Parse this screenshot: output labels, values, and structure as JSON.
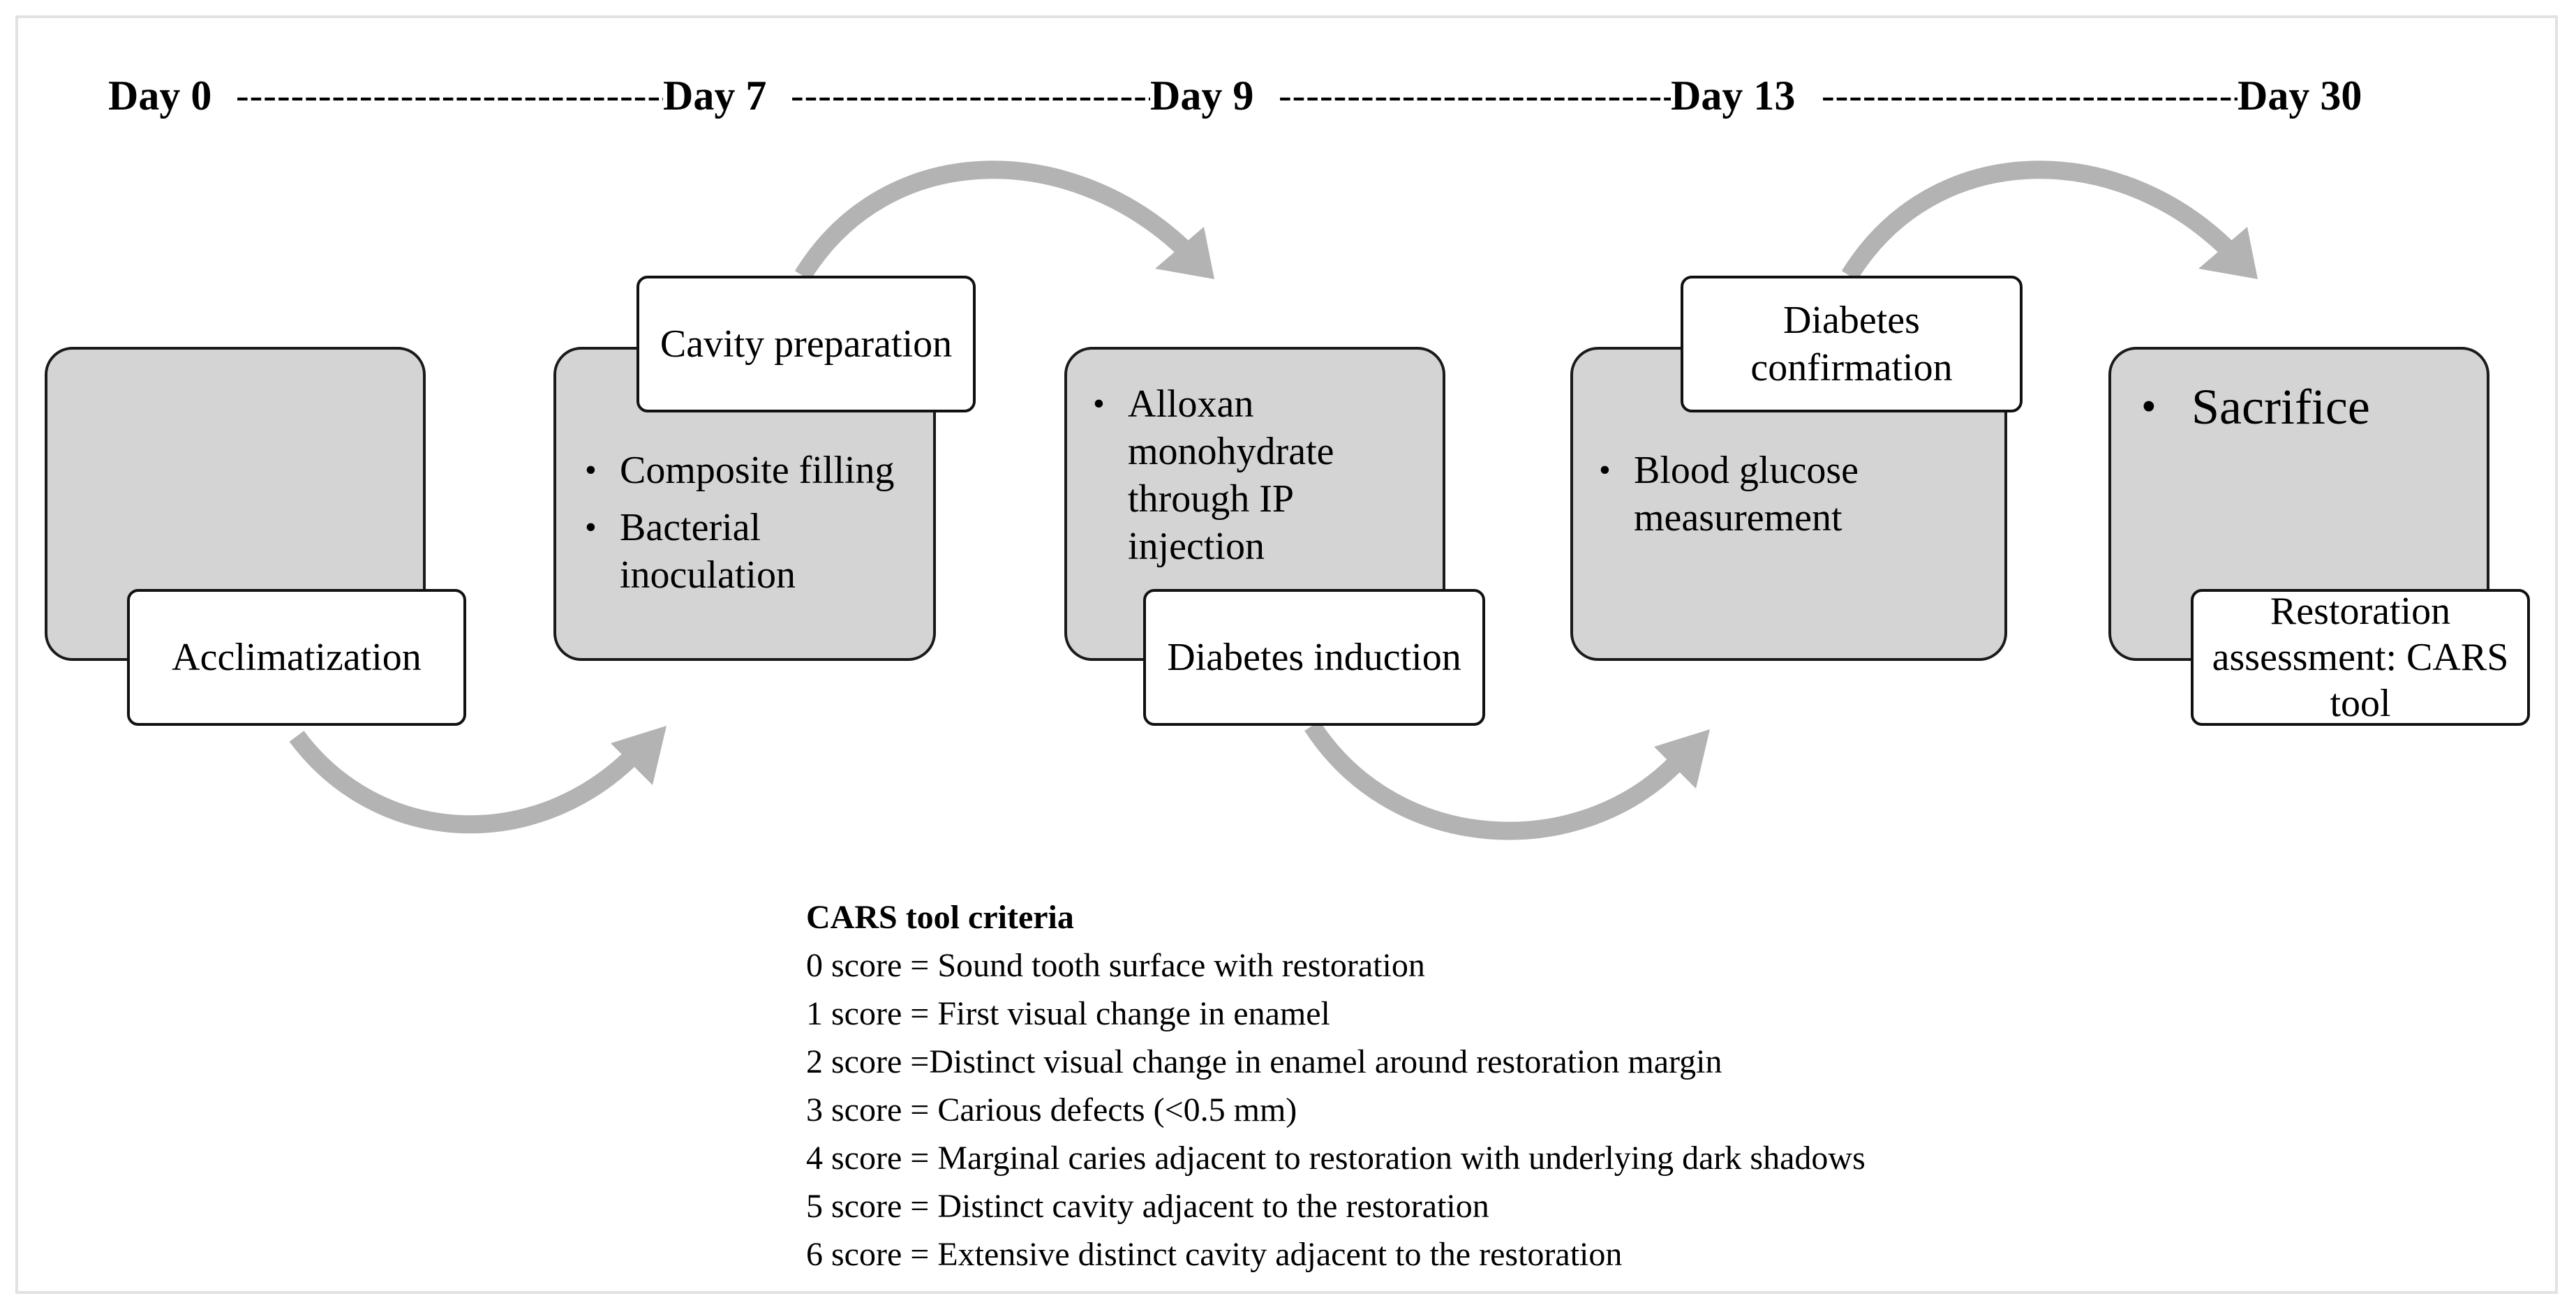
{
  "timeline": {
    "days": [
      "Day 0",
      "Day 7",
      "Day 9",
      "Day 13",
      "Day 30"
    ],
    "dash_fill": "-------------------------------------------------------------"
  },
  "stages": [
    {
      "label": "Acclimatization",
      "bullets": []
    },
    {
      "label": "Cavity preparation",
      "bullets": [
        "Composite filling",
        "Bacterial inoculation"
      ]
    },
    {
      "label": "Diabetes induction",
      "bullets": [
        "Alloxan monohydrate through IP injection"
      ]
    },
    {
      "label": "Diabetes confirmation",
      "bullets": [
        "Blood glucose measurement"
      ]
    },
    {
      "label": "Restoration assessment: CARS tool",
      "bullets": [
        "Sacrifice"
      ]
    }
  ],
  "bullet_glyph": "•",
  "criteria": {
    "title": "CARS tool criteria",
    "items": [
      "0 score = Sound tooth surface with restoration",
      "1 score = First visual change in enamel",
      "2 score =Distinct visual change in enamel around restoration margin",
      "3 score = Carious defects (<0.5 mm)",
      "4 score = Marginal caries adjacent to restoration with underlying dark shadows",
      "5 score = Distinct cavity adjacent to the restoration",
      "6 score = Extensive distinct cavity adjacent to the restoration"
    ]
  },
  "colors": {
    "stage_fill": "#d4d4d4",
    "arrow": "#b3b3b3",
    "border": "#1a1a1a",
    "frame": "#e2e2e2"
  },
  "icons": [
    "curved-arrow-icon"
  ]
}
